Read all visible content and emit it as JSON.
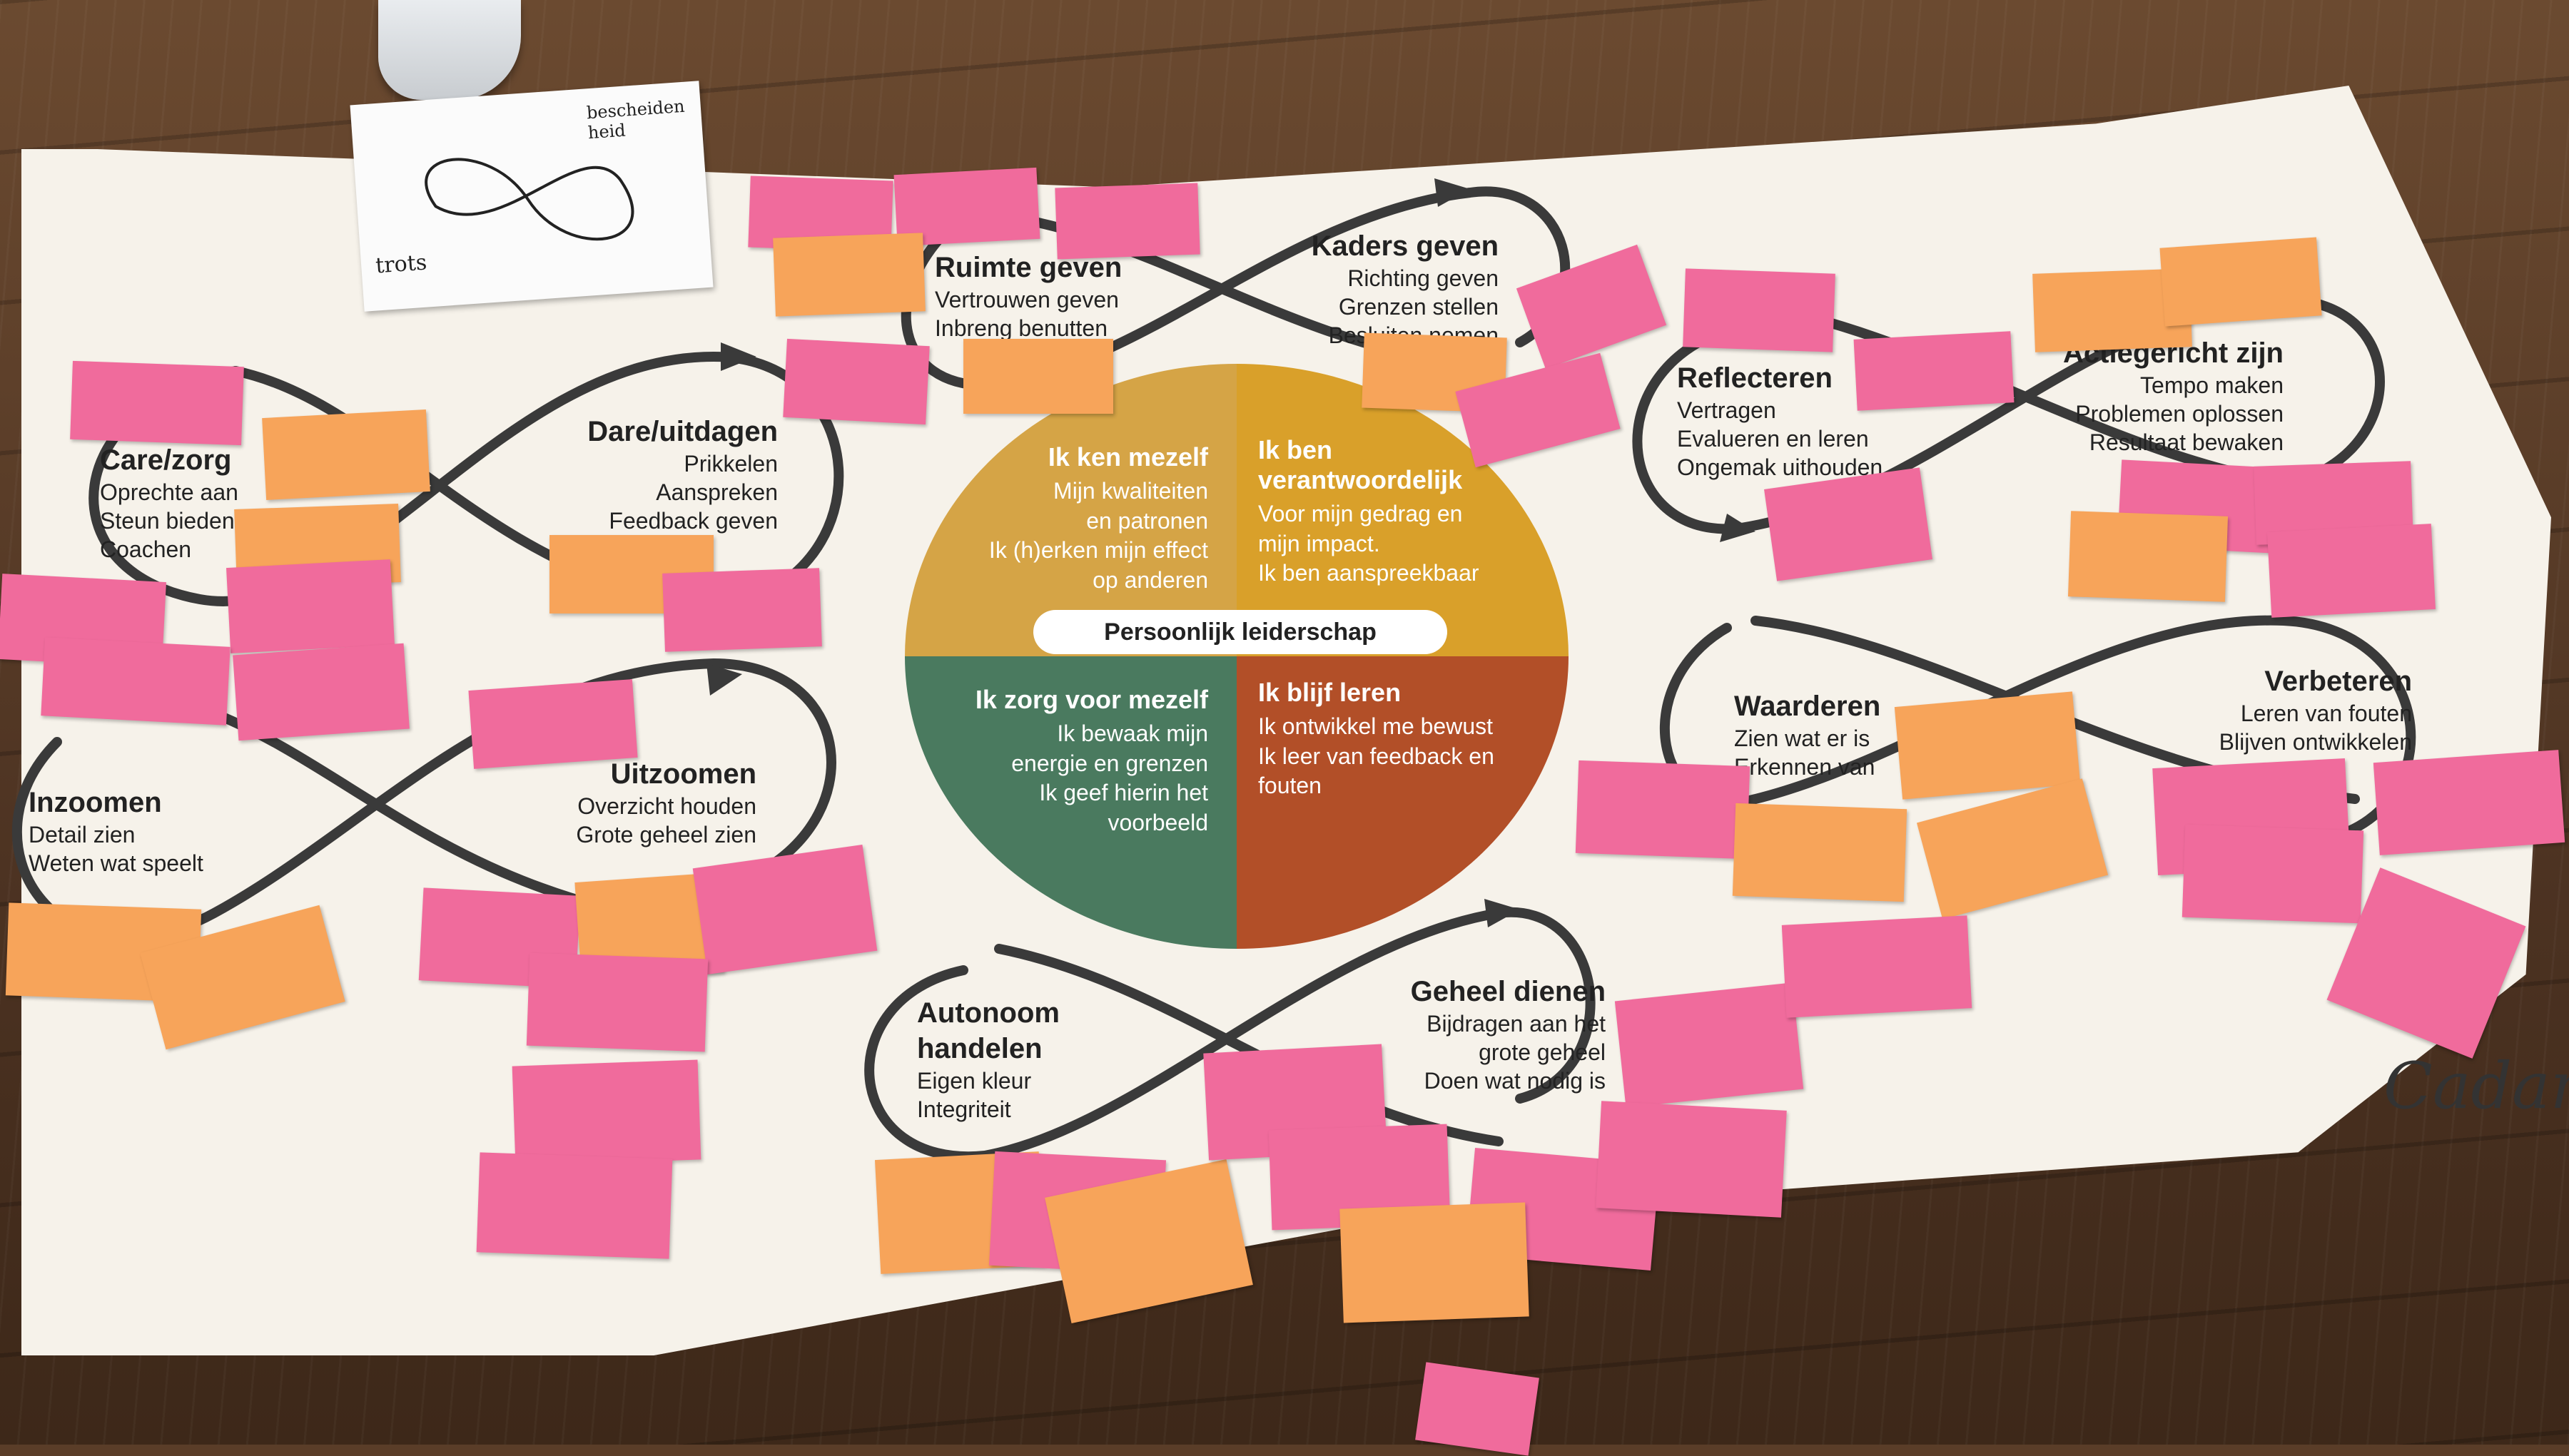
{
  "note": {
    "left_text": "trots",
    "right_text": "bescheiden heid"
  },
  "center_title": "Persoonlijk leiderschap",
  "quadrants": [
    {
      "title": "Ik ken mezelf",
      "lines": [
        "Mijn kwaliteiten",
        "en patronen",
        "Ik (h)erken mijn effect",
        "op anderen"
      ],
      "color": "#d5a446"
    },
    {
      "title": "Ik ben verantwoordelijk",
      "lines": [
        "Voor mijn gedrag en",
        "mijn impact.",
        "Ik ben aanspreekbaar"
      ],
      "color": "#d9a02a"
    },
    {
      "title": "Ik zorg voor mezelf",
      "lines": [
        "Ik bewaak mijn",
        "energie en grenzen",
        "Ik geef hierin het",
        "voorbeeld"
      ],
      "color": "#4a7a5f"
    },
    {
      "title": "Ik blijf leren",
      "lines": [
        "Ik ontwikkel me bewust",
        "Ik leer van feedback en",
        "fouten"
      ],
      "color": "#b24f28"
    }
  ],
  "labels": {
    "care": {
      "title": "Care/zorg",
      "lines": [
        "Oprechte aan",
        "Steun bieden",
        "Coachen"
      ]
    },
    "dare": {
      "title": "Dare/uitdagen",
      "lines": [
        "Prikkelen",
        "Aanspreken",
        "Feedback geven"
      ]
    },
    "inzoomen": {
      "title": "Inzoomen",
      "lines": [
        "Detail zien",
        "Weten wat speelt"
      ]
    },
    "uitzoomen": {
      "title": "Uitzoomen",
      "lines": [
        "Overzicht houden",
        "Grote geheel zien"
      ]
    },
    "ruimte": {
      "title": "Ruimte geven",
      "lines": [
        "Vertrouwen geven",
        "Inbreng benutten"
      ]
    },
    "kaders": {
      "title": "Kaders geven",
      "lines": [
        "Richting geven",
        "Grenzen stellen",
        "Besluiten nemen"
      ]
    },
    "autonoom": {
      "title": "Autonoom handelen",
      "lines": [
        "Eigen kleur",
        "Integriteit"
      ]
    },
    "geheel": {
      "title": "Geheel dienen",
      "lines": [
        "Bijdragen aan het",
        "grote geheel",
        "Doen wat nodig is"
      ]
    },
    "reflecteren": {
      "title": "Reflecteren",
      "lines": [
        "Vertragen",
        "Evalueren en leren",
        "Ongemak uithouden"
      ]
    },
    "actie": {
      "title": "Actiegericht zijn",
      "lines": [
        "Tempo maken",
        "Problemen oplossen",
        "Resultaat bewaken"
      ]
    },
    "waarderen": {
      "title": "Waarderen",
      "lines": [
        "Zien wat er is",
        "Erkennen van"
      ]
    },
    "verbeteren": {
      "title": "Verbeteren",
      "lines": [
        "Leren van fouten",
        "Blijven ontwikkelen"
      ]
    }
  },
  "logo_text": "Cadans",
  "colors": {
    "pink": "#f06b9c",
    "orange": "#f7a45a",
    "banner": "#f6f2ea",
    "floor": "#5a3d28"
  }
}
